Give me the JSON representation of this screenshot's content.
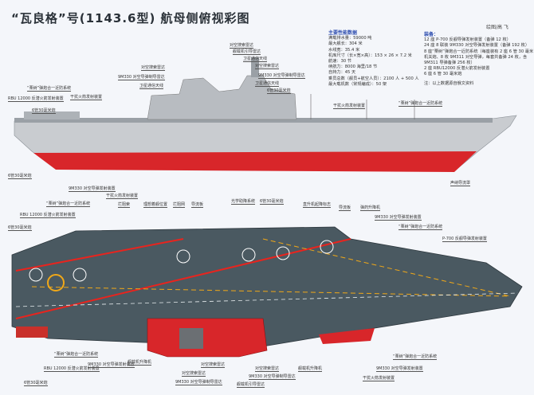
{
  "title": "“瓦良格”号(1143.6型) 航母侧俯视彩图",
  "author": "绘图/高 飞",
  "specs": {
    "heading": "主要性能数据",
    "items": [
      "满载排水量：59000 吨",
      "最大舰长：304 米",
      "水线宽：35.4 米",
      "机库尺寸（长×宽×高）：153 × 26 × 7.2 米",
      "航速：30 节",
      "续航力：8000 海里/18 节",
      "自持力：45 天",
      "乘员总数（舰员+航空人员）：2100 人 + 500 人",
      "最大载机数（常规编成）：50 架"
    ]
  },
  "equipment": {
    "heading": "装备：",
    "items": [
      "12 座 P-700 反舰导弹发射装置（备弹 12 枚）",
      "24 座 8 联装 9M330 对空导弹发射装置（备弹 192 枚）",
      "8 座“栗树”弹炮合一近防系统（每座装有 2 座 6 管 30 毫米机关炮、8 枚 9M311 对空导弹，每套共备弹 24 枚，含 9M311 导弹备弹 256 枚）",
      "2 座 RBU12000 反潜火箭发射装置",
      "6 座 6 管 30 毫米炮"
    ],
    "note": "注：以上数据源自俄文资料"
  },
  "side_labels": [
    "对空搜索雷达",
    "舰载机引导雷达",
    "卫星通信天线",
    "对空搜索雷达",
    "9M330 对空导弹制导雷达",
    "卫星通信天线",
    "6管30毫米炮",
    "对空搜索雷达",
    "9M330 对空导弹制导雷达",
    "卫星通信天线",
    "“栗树”弹炮合一近防系统",
    "RBU 12000 反潜火箭发射装置",
    "干扰火箭发射装置",
    "6管30毫米炮",
    "干扰火箭发射装置",
    "“栗树”弹炮合一近防系统",
    "6管30毫米炮",
    "声纳导流罩"
  ],
  "top_labels": [
    "9M330 对空导弹发射装置",
    "“栗树”弹炮合一近防系统",
    "RBU 12000 反潜火箭发射装置",
    "6管30毫米炮",
    "干扰火箭发射装置",
    "拦阻索",
    "理想着舰位置",
    "拦阻网",
    "导流板",
    "光学助降系统",
    "6管30毫米炮",
    "直升机起降标志",
    "导流板",
    "弹药升降机",
    "9M330 对空导弹发射装置",
    "“栗树”弹炮合一近防系统",
    "P-700 反舰导弹发射装置"
  ],
  "bottom_labels": [
    "“栗树”弹炮合一近防系统",
    "RBU 12000 反潜火箭发射装置",
    "6管30毫米炮",
    "9M330 对空导弹发射装置",
    "舰载机升降机",
    "对空搜索雷达",
    "对空搜索雷达",
    "9M330 对空导弹制导雷达",
    "对空搜索雷达",
    "9M330 对空导弹制导雷达",
    "舰载机引导雷达",
    "舰载机升降机",
    "干扰火箭发射装置",
    "9M330 对空导弹发射装置",
    "“栗树”弹炮合一近防系统"
  ],
  "colors": {
    "hull": "#c9ccd0",
    "keel": "#d8262a",
    "deck": "#4a5961",
    "accent": "#e8241e",
    "marking": "#f0a818"
  }
}
